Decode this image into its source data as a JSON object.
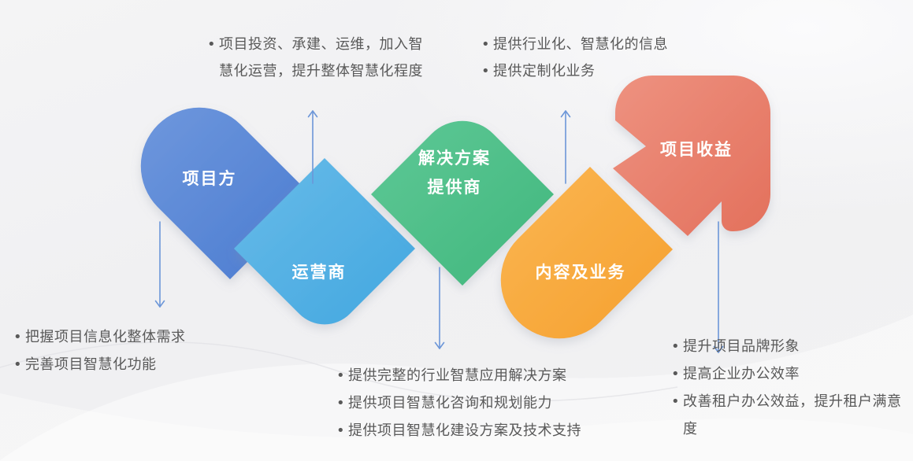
{
  "diagram": {
    "nodes": [
      {
        "id": "project-owner",
        "label": "项目方",
        "color_start": "#6e97dd",
        "color_end": "#4a7bd0"
      },
      {
        "id": "operator",
        "label": "运营商",
        "color_start": "#67bbe8",
        "color_end": "#43a7e0"
      },
      {
        "id": "solution-provider",
        "label": "解决方案",
        "label_line2": "提供商",
        "color_start": "#5ec896",
        "color_end": "#41b77d"
      },
      {
        "id": "content-business",
        "label": "内容及业务",
        "color_start": "#fbb652",
        "color_end": "#f5a02e"
      },
      {
        "id": "project-revenue",
        "label": "项目收益",
        "color_start": "#ee9280",
        "color_end": "#e3705c"
      }
    ],
    "notes": {
      "top_left": {
        "items": [
          "项目投资、承建、运维，加入智慧化运营，提升整体智慧化程度"
        ]
      },
      "top_right": {
        "items": [
          "提供行业化、智慧化的信息",
          "提供定制化业务"
        ]
      },
      "bottom_left": {
        "items": [
          "把握项目信息化整体需求",
          "完善项目智慧化功能"
        ]
      },
      "bottom_middle": {
        "items": [
          "提供完整的行业智慧应用解决方案",
          "提供项目智慧化咨询和规划能力",
          "提供项目智慧化建设方案及技术支持"
        ]
      },
      "bottom_right": {
        "items": [
          "提升项目品牌形象",
          "提高企业办公效率",
          "改善租户办公效益，提升租户满意度"
        ]
      }
    },
    "arrow_color": "#6c96d8",
    "text_color": "#595959",
    "background_color": "#f1f1f2"
  }
}
